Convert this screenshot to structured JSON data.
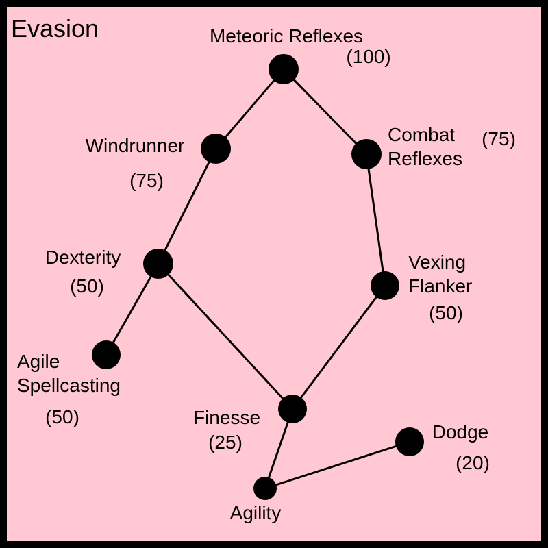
{
  "title": "Evasion",
  "colors": {
    "background": "#ffc8d3",
    "border": "#000000",
    "node_fill": "#000000",
    "edge_stroke": "#000000",
    "text": "#000000"
  },
  "diagram": {
    "type": "skill-tree-graph",
    "nodes": [
      {
        "id": "meteoric-reflexes",
        "label": "Meteoric Reflexes",
        "cost": "(100)",
        "value": 100
      },
      {
        "id": "windrunner",
        "label": "Windrunner",
        "cost": "(75)",
        "value": 75
      },
      {
        "id": "combat-reflexes",
        "label": "Combat Reflexes",
        "cost": "(75)",
        "value": 75
      },
      {
        "id": "dexterity",
        "label": "Dexterity",
        "cost": "(50)",
        "value": 50
      },
      {
        "id": "vexing-flanker",
        "label": "Vexing Flanker",
        "cost": "(50)",
        "value": 50
      },
      {
        "id": "agile-spellcasting",
        "label": "Agile Spellcasting",
        "cost": "(50)",
        "value": 50
      },
      {
        "id": "finesse",
        "label": "Finesse",
        "cost": "(25)",
        "value": 25
      },
      {
        "id": "dodge",
        "label": "Dodge",
        "cost": "(20)",
        "value": 20
      },
      {
        "id": "agility",
        "label": "Agility"
      }
    ],
    "edges": [
      [
        "meteoric-reflexes",
        "windrunner"
      ],
      [
        "meteoric-reflexes",
        "combat-reflexes"
      ],
      [
        "windrunner",
        "dexterity"
      ],
      [
        "combat-reflexes",
        "vexing-flanker"
      ],
      [
        "dexterity",
        "agile-spellcasting"
      ],
      [
        "dexterity",
        "finesse"
      ],
      [
        "vexing-flanker",
        "finesse"
      ],
      [
        "finesse",
        "agility"
      ],
      [
        "agility",
        "dodge"
      ]
    ]
  }
}
